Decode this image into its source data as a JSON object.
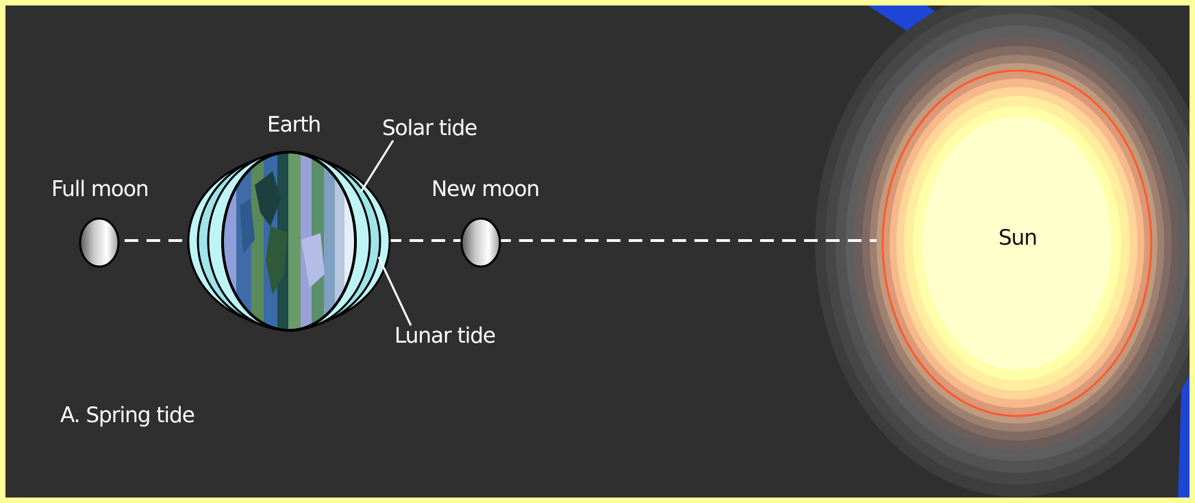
{
  "labels": {
    "earth": "Earth",
    "solar_tide": "Solar tide",
    "full_moon": "Full moon",
    "new_moon": "New moon",
    "lunar_tide": "Lunar tide",
    "sun": "Sun",
    "caption": "A. Spring tide"
  },
  "colors": {
    "background": "#2f2f2f",
    "frame_border": "#ffff99",
    "corner_accent": "#1d46d6",
    "sun_core": "#ffffcc",
    "sun_ring": "#ff6633",
    "tidal_bulge": "#bff4f6",
    "alignment_line": "#ffffff"
  }
}
